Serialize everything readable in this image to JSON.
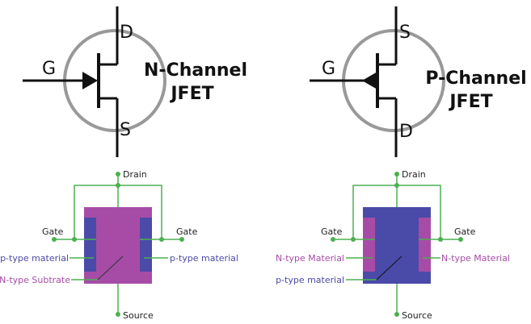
{
  "colors": {
    "green": "#4caf50",
    "purple": "#a64ca6",
    "blue": "#4a4aa8",
    "line": "#111111",
    "circle": "#999999"
  },
  "n_channel": {
    "symbol": {
      "drain": "D",
      "gate": "G",
      "source": "S",
      "title_line1": "N-Channel",
      "title_line2": "JFET"
    },
    "structure": {
      "drain": "Drain",
      "gate_left": "Gate",
      "gate_right": "Gate",
      "source": "Source",
      "left_material": "p-type material",
      "right_material": "p-type material",
      "substrate": "N-type Subtrate"
    }
  },
  "p_channel": {
    "symbol": {
      "source": "S",
      "gate": "G",
      "drain": "D",
      "title_line1": "P-Channel",
      "title_line2": "JFET"
    },
    "structure": {
      "drain": "Drain",
      "gate_left": "Gate",
      "gate_right": "Gate",
      "source": "Source",
      "left_material": "N-type Material",
      "right_material": "N-type Material",
      "substrate": "p-type material"
    }
  }
}
